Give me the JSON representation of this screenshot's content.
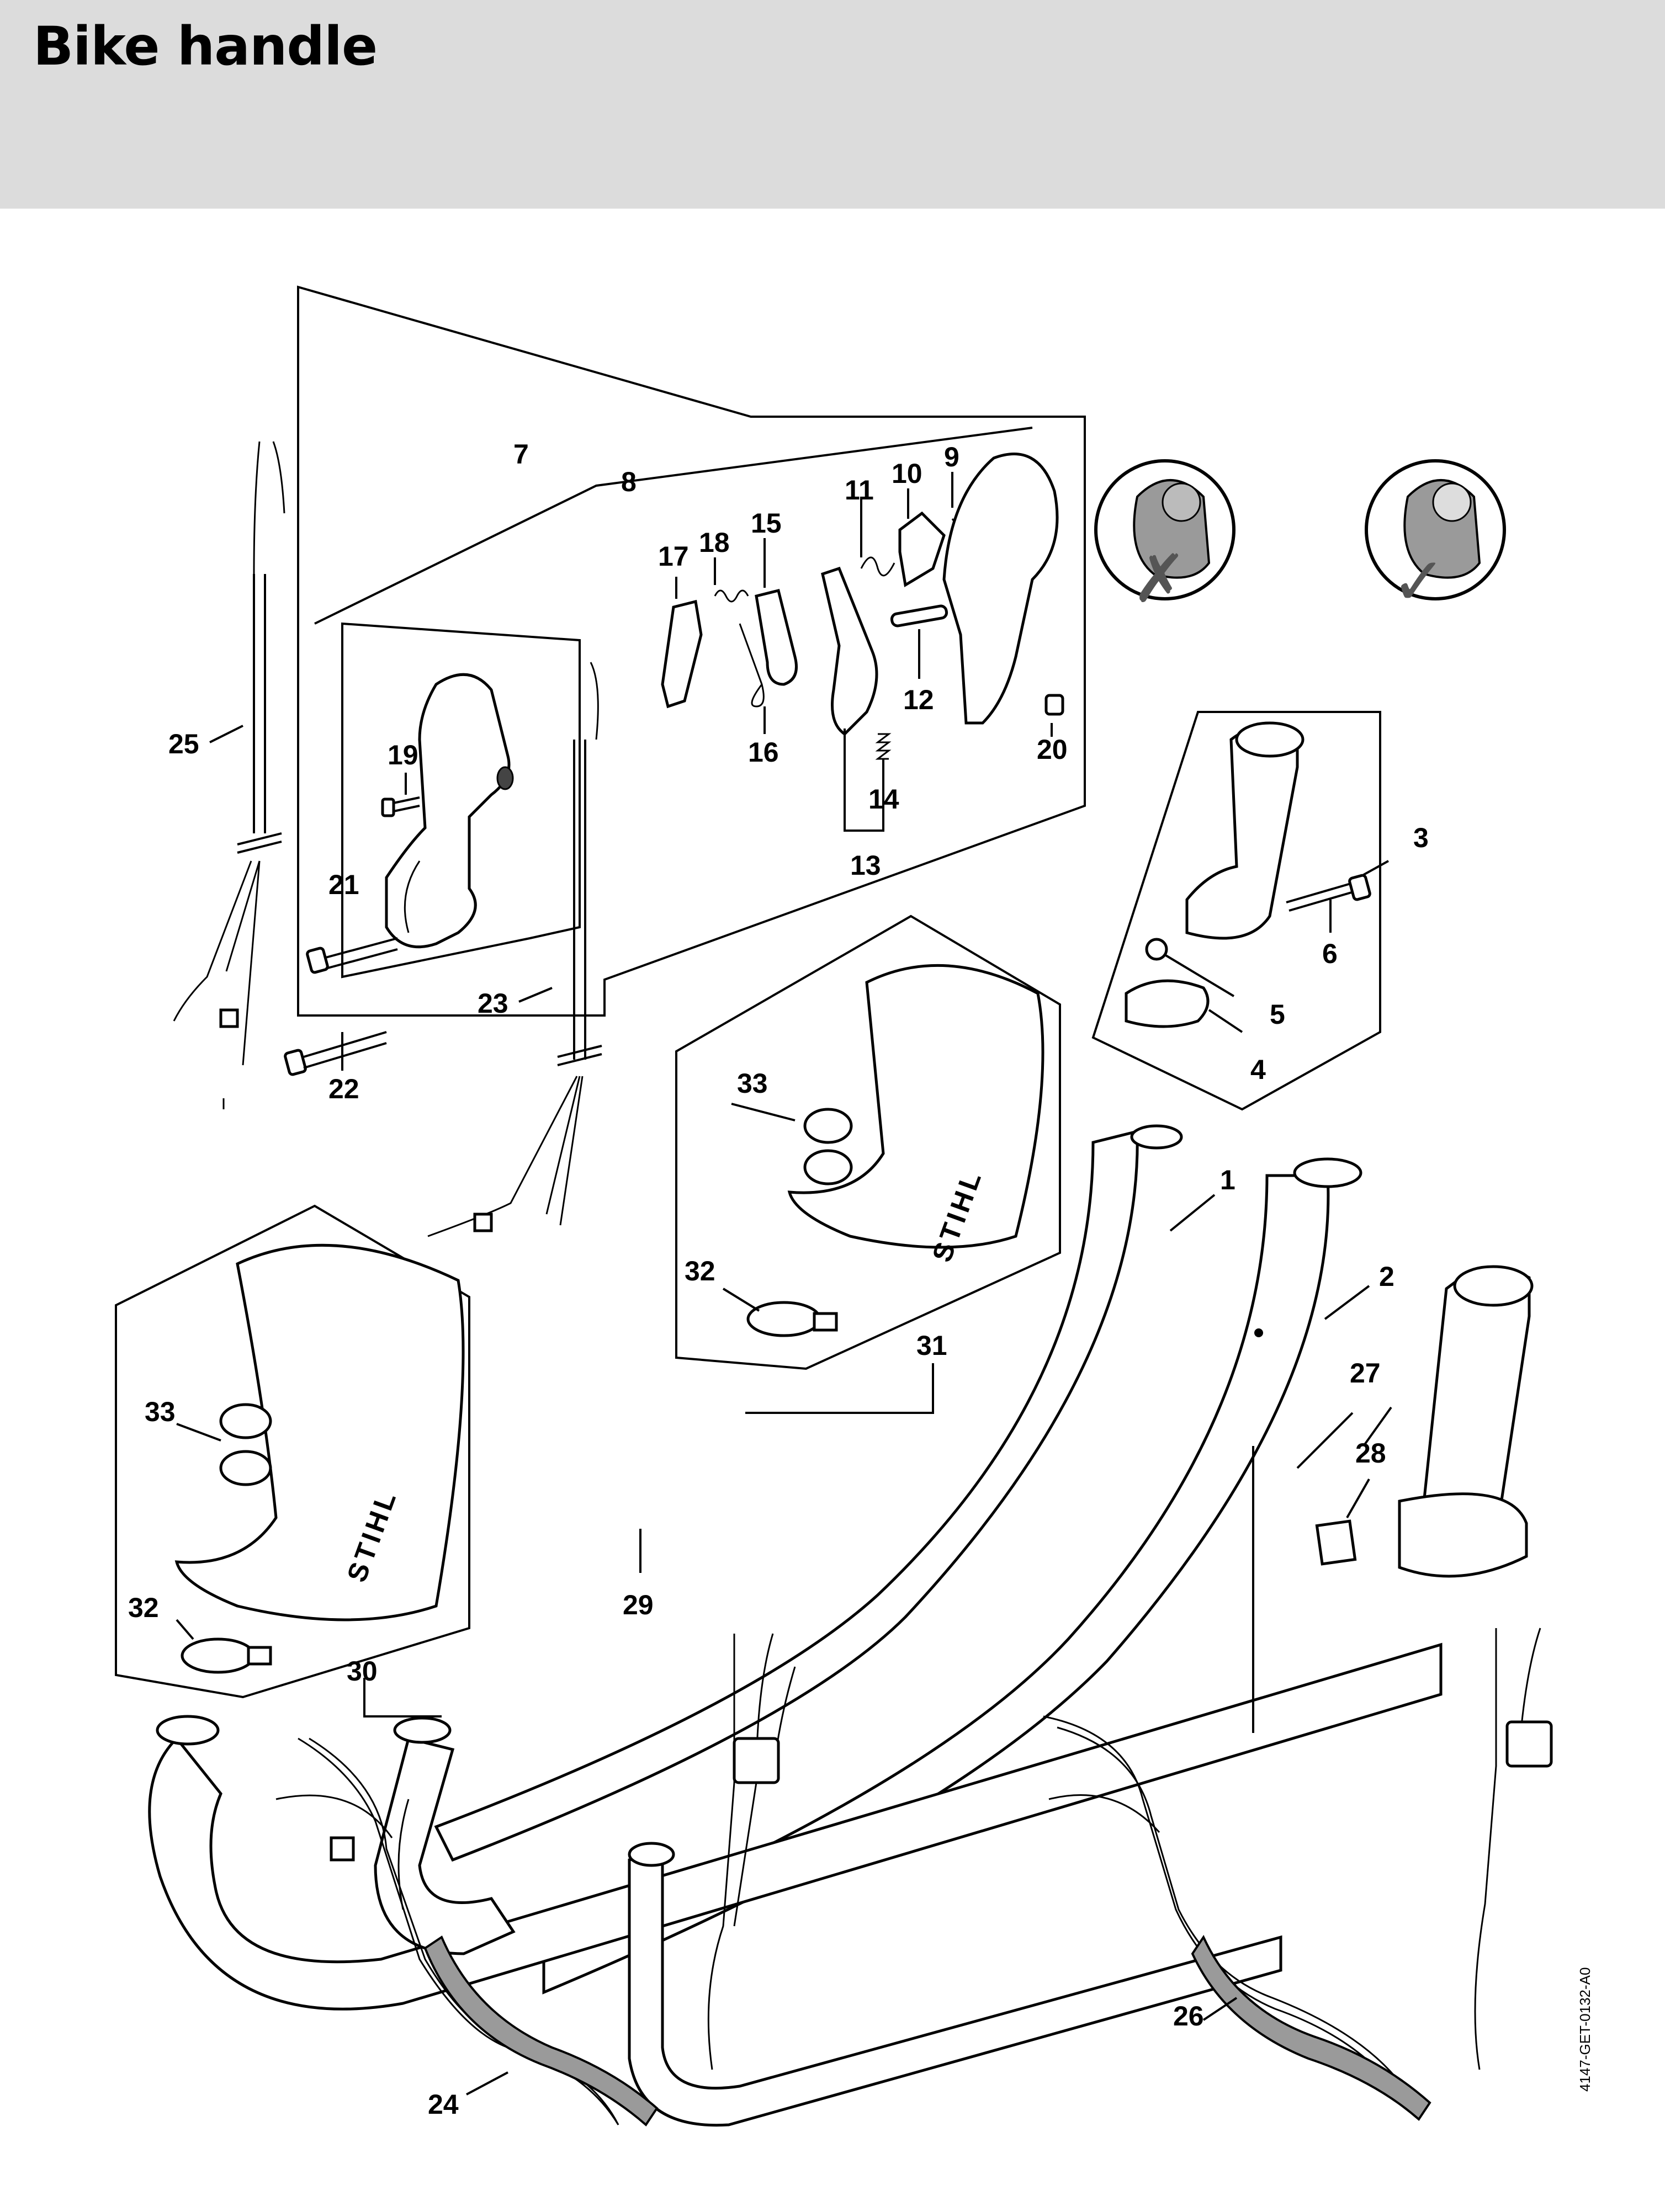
{
  "page": {
    "title": "Bike handle",
    "drawing_code": "4147-GET-0132-A0"
  },
  "callouts": [
    {
      "id": "c1",
      "label": "1"
    },
    {
      "id": "c2",
      "label": "2"
    },
    {
      "id": "c3",
      "label": "3"
    },
    {
      "id": "c4",
      "label": "4"
    },
    {
      "id": "c5",
      "label": "5"
    },
    {
      "id": "c6",
      "label": "6"
    },
    {
      "id": "c7",
      "label": "7"
    },
    {
      "id": "c8",
      "label": "8"
    },
    {
      "id": "c9",
      "label": "9"
    },
    {
      "id": "c10",
      "label": "10"
    },
    {
      "id": "c11",
      "label": "11"
    },
    {
      "id": "c12",
      "label": "12"
    },
    {
      "id": "c13",
      "label": "13"
    },
    {
      "id": "c14",
      "label": "14"
    },
    {
      "id": "c15",
      "label": "15"
    },
    {
      "id": "c16",
      "label": "16"
    },
    {
      "id": "c17",
      "label": "17"
    },
    {
      "id": "c18",
      "label": "18"
    },
    {
      "id": "c19",
      "label": "19"
    },
    {
      "id": "c20",
      "label": "20"
    },
    {
      "id": "c21",
      "label": "21"
    },
    {
      "id": "c22",
      "label": "22"
    },
    {
      "id": "c23",
      "label": "23"
    },
    {
      "id": "c24",
      "label": "24"
    },
    {
      "id": "c25",
      "label": "25"
    },
    {
      "id": "c26",
      "label": "26"
    },
    {
      "id": "c27",
      "label": "27"
    },
    {
      "id": "c28",
      "label": "28"
    },
    {
      "id": "c29",
      "label": "29"
    },
    {
      "id": "c30",
      "label": "30"
    },
    {
      "id": "c31",
      "label": "31"
    },
    {
      "id": "c32a",
      "label": "32"
    },
    {
      "id": "c32b",
      "label": "32"
    },
    {
      "id": "c33a",
      "label": "33"
    },
    {
      "id": "c33b",
      "label": "33"
    }
  ],
  "logos": {
    "brand": "STIHL"
  },
  "inset_marks": {
    "wrong": "✗",
    "right": "✓"
  }
}
